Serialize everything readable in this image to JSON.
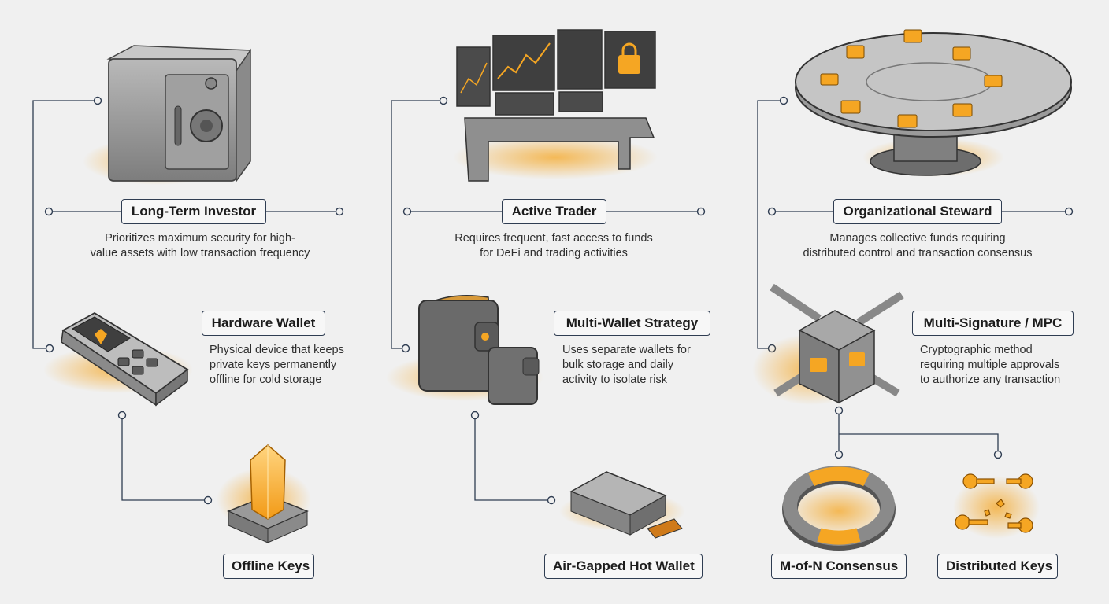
{
  "colors": {
    "background": "#f0f0f0",
    "line": "#2f3d52",
    "accent_glow": "#f5a623",
    "metal": "#9a9a9a"
  },
  "columns": [
    {
      "persona": {
        "title": "Long-Term Investor",
        "description": "Prioritizes maximum security for high-\nvalue assets with low transaction frequency",
        "icon": "safe-icon"
      },
      "strategy": {
        "title": "Hardware Wallet",
        "description": "Physical device that keeps\nprivate keys permanently\noffline for cold storage",
        "icon": "hardware-wallet-icon"
      },
      "sub": [
        {
          "title": "Offline Keys",
          "icon": "crystal-key-icon"
        }
      ]
    },
    {
      "persona": {
        "title": "Active Trader",
        "description": "Requires frequent, fast access to funds\nfor DeFi and trading activities",
        "icon": "trading-desk-icon"
      },
      "strategy": {
        "title": "Multi-Wallet Strategy",
        "description": "Uses separate wallets for\nbulk storage and daily\nactivity to isolate risk",
        "icon": "wallets-icon"
      },
      "sub": [
        {
          "title": "Air-Gapped Hot Wallet",
          "icon": "air-gapped-device-icon"
        }
      ]
    },
    {
      "persona": {
        "title": "Organizational Steward",
        "description": "Manages collective funds requiring\ndistributed control and transaction consensus",
        "icon": "round-table-icon"
      },
      "strategy": {
        "title": "Multi-Signature / MPC",
        "description": "Cryptographic method\nrequiring multiple approvals\nto authorize any transaction",
        "icon": "locked-cube-icon"
      },
      "sub": [
        {
          "title": "M-of-N Consensus",
          "icon": "consensus-ring-icon"
        },
        {
          "title": "Distributed Keys",
          "icon": "distributed-keys-icon"
        }
      ]
    }
  ]
}
